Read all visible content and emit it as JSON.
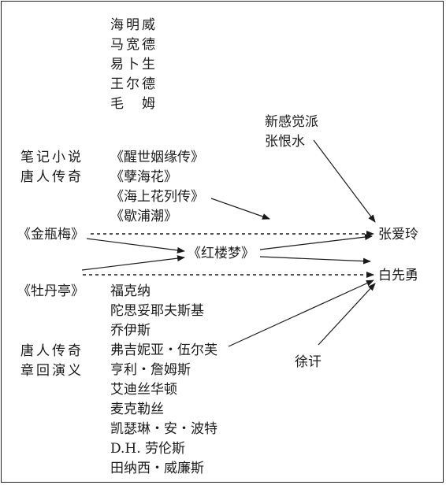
{
  "diagram": {
    "western_authors_top": [
      "海明威",
      "马宽德",
      "易卜生",
      "王尔德",
      "毛　姆"
    ],
    "new_sensation": "新感觉派",
    "zhang_henshui": "张恨水",
    "biji": "笔记小说",
    "tangren_1": "唐人传奇",
    "xingshi": "《醒世姻缘传》",
    "niehai": "《孽海花》",
    "haishang": "《海上花列传》",
    "xieman": "《歇浦潮》",
    "jinpingmei": "《金瓶梅》",
    "hongloumeng": "《红楼梦》",
    "mudanting": "《牡丹亭》",
    "zhang_ailing": "张爱玲",
    "bai_xianyong": "白先勇",
    "xu_xu": "徐讦",
    "tangren_2": "唐人传奇",
    "zhanghui": "章回演义",
    "western_authors_bottom": [
      "福克纳",
      "陀思妥耶夫斯基",
      "乔伊斯",
      "弗吉妮亚・伍尔芙",
      "亨利・詹姆斯",
      "艾迪丝华顿",
      "麦克勒丝",
      "凯瑟琳・安・波特",
      "D.H. 劳伦斯",
      "田纳西・威廉斯"
    ]
  }
}
